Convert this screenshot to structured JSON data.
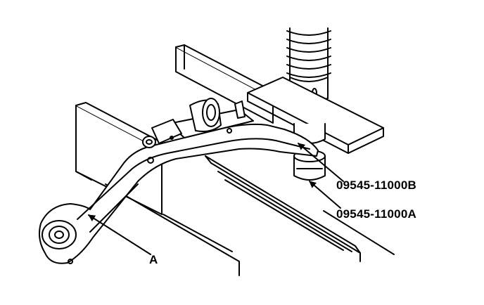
{
  "labels": {
    "tool_upper": "09545-11000B",
    "tool_lower": "09545-11000A",
    "part_a": "A"
  },
  "colors": {
    "line": "#000000",
    "fill": "#ffffff"
  }
}
